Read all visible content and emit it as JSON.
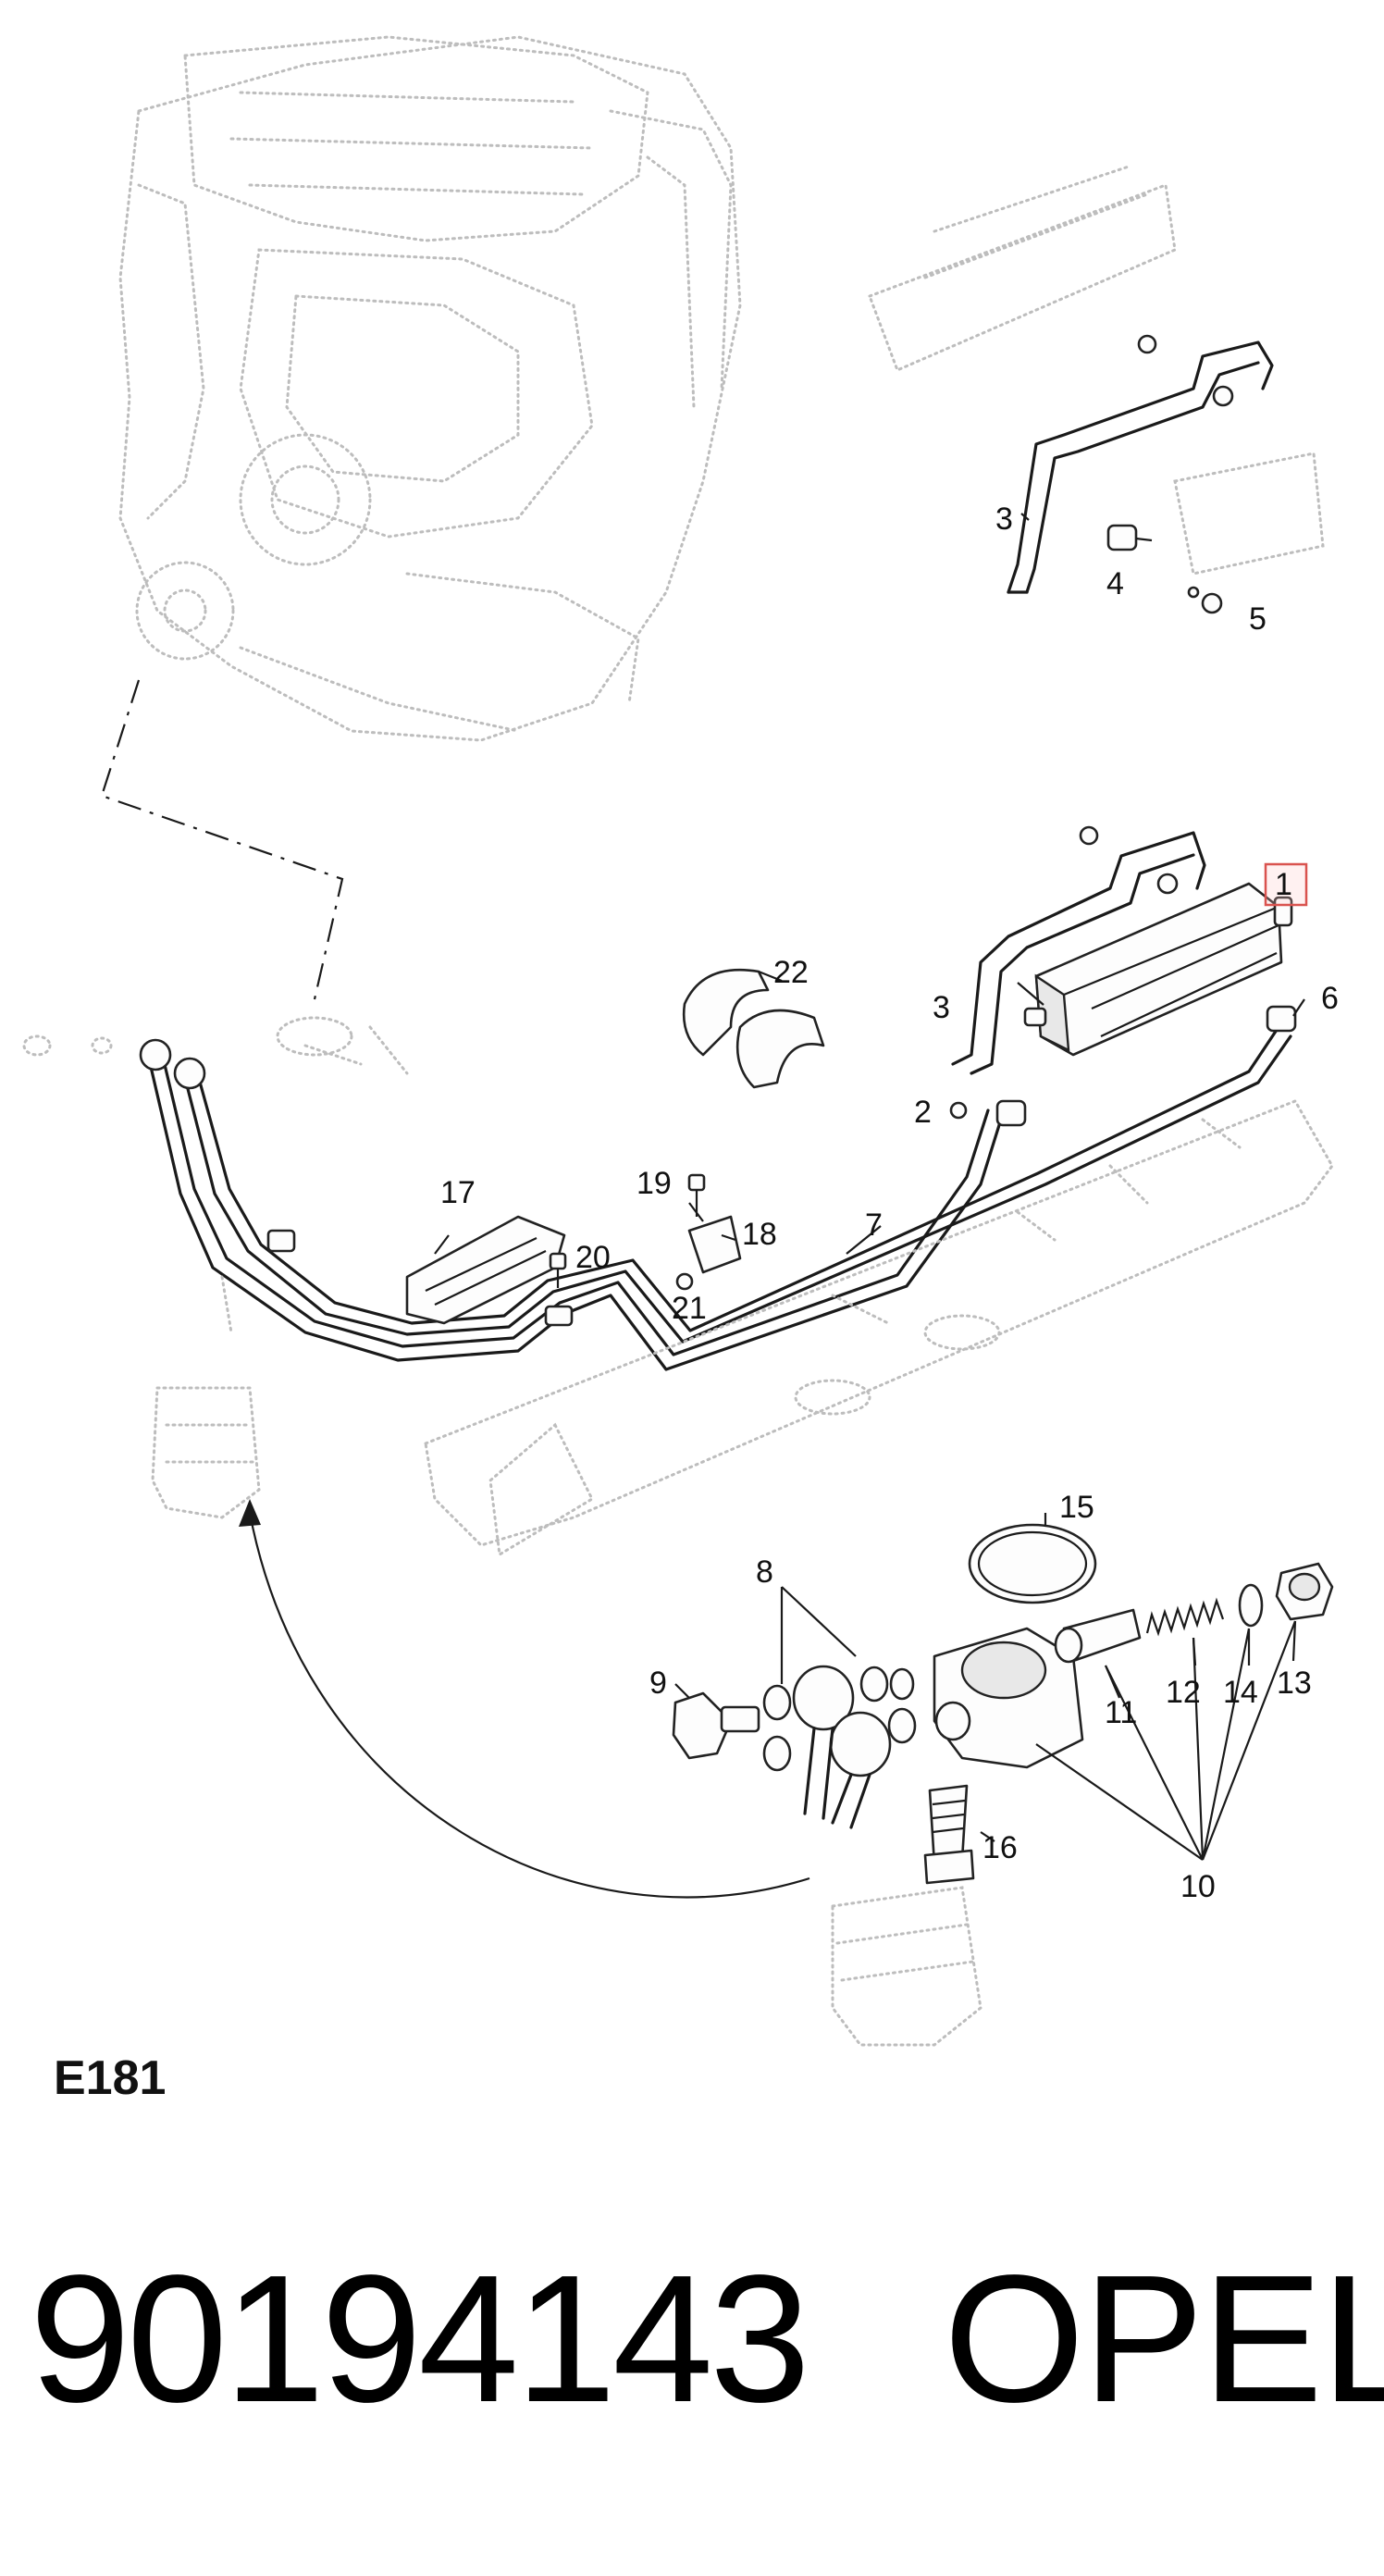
{
  "figure_code": "E181",
  "part_number": "90194143",
  "brand": "OPEL",
  "highlight_color": "#d9534f",
  "callouts": [
    {
      "id": "c1",
      "label": "1",
      "highlighted": true
    },
    {
      "id": "c2",
      "label": "2"
    },
    {
      "id": "c3a",
      "label": "3"
    },
    {
      "id": "c3b",
      "label": "3"
    },
    {
      "id": "c4",
      "label": "4"
    },
    {
      "id": "c5",
      "label": "5"
    },
    {
      "id": "c6",
      "label": "6"
    },
    {
      "id": "c7",
      "label": "7"
    },
    {
      "id": "c8",
      "label": "8"
    },
    {
      "id": "c9",
      "label": "9"
    },
    {
      "id": "c10",
      "label": "10"
    },
    {
      "id": "c11",
      "label": "11"
    },
    {
      "id": "c12",
      "label": "12"
    },
    {
      "id": "c13",
      "label": "13"
    },
    {
      "id": "c14",
      "label": "14"
    },
    {
      "id": "c15",
      "label": "15"
    },
    {
      "id": "c16",
      "label": "16"
    },
    {
      "id": "c17",
      "label": "17"
    },
    {
      "id": "c18",
      "label": "18"
    },
    {
      "id": "c19",
      "label": "19"
    },
    {
      "id": "c20",
      "label": "20"
    },
    {
      "id": "c21",
      "label": "21"
    },
    {
      "id": "c22",
      "label": "22"
    }
  ]
}
